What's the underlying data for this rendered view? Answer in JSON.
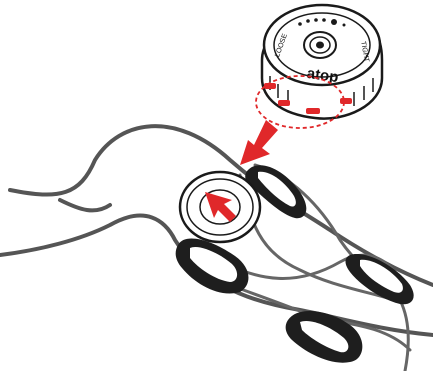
{
  "dial": {
    "brand": "atop",
    "tick_labels": [
      "LOOSE",
      "TIGHT"
    ]
  },
  "colors": {
    "accent": "#e0282a",
    "outline": "#1a1a1a",
    "lace": "#555555",
    "guide_fill": "#1e1e1e"
  },
  "icons": [
    "dial-icon",
    "base-socket-icon",
    "arrow-down-icon",
    "dashed-highlight-icon"
  ]
}
